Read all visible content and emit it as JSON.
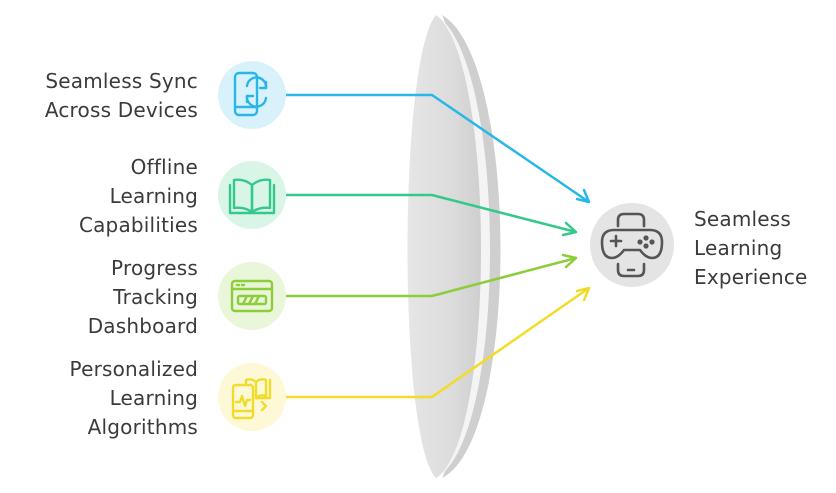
{
  "inputs": [
    {
      "label_lines": [
        "Seamless Sync",
        "Across Devices"
      ],
      "icon": "phone-sync-icon",
      "color": "#29b6e8",
      "fill": "#d8f1fa"
    },
    {
      "label_lines": [
        "Offline",
        "Learning",
        "Capabilities"
      ],
      "icon": "open-book-icon",
      "color": "#34c98a",
      "fill": "#d9f5e8"
    },
    {
      "label_lines": [
        "Progress",
        "Tracking",
        "Dashboard"
      ],
      "icon": "progress-bar-icon",
      "color": "#8ccd3a",
      "fill": "#eaf6d9"
    },
    {
      "label_lines": [
        "Personalized",
        "Learning",
        "Algorithms"
      ],
      "icon": "phone-book-icon",
      "color": "#f2dc2a",
      "fill": "#fdf8d6"
    }
  ],
  "output": {
    "label_lines": [
      "Seamless",
      "Learning",
      "Experience"
    ],
    "icon": "phone-gamepad-icon",
    "color": "#555555",
    "fill": "#e4e4e4"
  },
  "lens_color": "#dedede"
}
